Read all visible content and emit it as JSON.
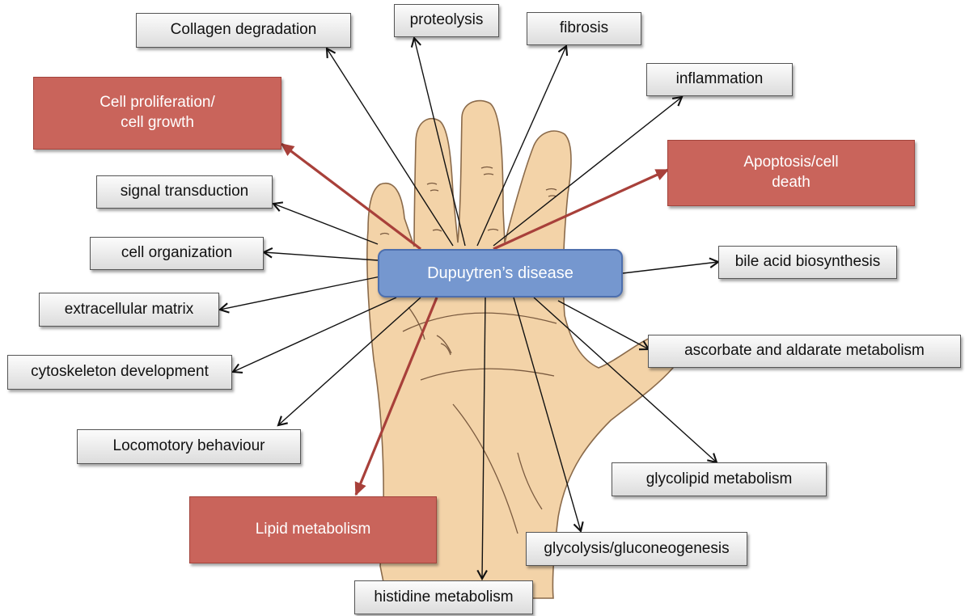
{
  "colors": {
    "skin": "#f3d3a8",
    "skin_outline": "#8a6a4a",
    "arrow_black": "#111111",
    "arrow_red": "#a8403a",
    "center_fill": "#7597cf",
    "red_box_fill": "#c9645b",
    "grey_box_fill": "#e6e6e6"
  },
  "diagram": {
    "center": {
      "label": "Dupuytren’s disease",
      "style": "center"
    },
    "nodes": [
      {
        "id": "collagen",
        "label": "Collagen degradation",
        "style": "grey",
        "arrow": "black"
      },
      {
        "id": "proteolysis",
        "label": "proteolysis",
        "style": "grey",
        "arrow": "black"
      },
      {
        "id": "fibrosis",
        "label": "fibrosis",
        "style": "grey",
        "arrow": "black"
      },
      {
        "id": "inflammation",
        "label": "inflammation",
        "style": "grey",
        "arrow": "black"
      },
      {
        "id": "cell-proliferation",
        "label": "Cell proliferation/\ncell growth",
        "style": "red",
        "arrow": "red"
      },
      {
        "id": "apoptosis",
        "label": "Apoptosis/cell\ndeath",
        "style": "red",
        "arrow": "red"
      },
      {
        "id": "signal-transduction",
        "label": "signal transduction",
        "style": "grey",
        "arrow": "black"
      },
      {
        "id": "cell-organization",
        "label": "cell organization",
        "style": "grey",
        "arrow": "black"
      },
      {
        "id": "bile-acid",
        "label": "bile acid biosynthesis",
        "style": "grey",
        "arrow": "black"
      },
      {
        "id": "extracellular-matrix",
        "label": "extracellular matrix",
        "style": "grey",
        "arrow": "black"
      },
      {
        "id": "ascorbate",
        "label": "ascorbate and aldarate metabolism",
        "style": "grey",
        "arrow": "black"
      },
      {
        "id": "cytoskeleton",
        "label": "cytoskeleton development",
        "style": "grey",
        "arrow": "black"
      },
      {
        "id": "locomotory",
        "label": "Locomotory behaviour",
        "style": "grey",
        "arrow": "black"
      },
      {
        "id": "glycolipid",
        "label": "glycolipid metabolism",
        "style": "grey",
        "arrow": "black"
      },
      {
        "id": "lipid",
        "label": "Lipid metabolism",
        "style": "red",
        "arrow": "red"
      },
      {
        "id": "glycolysis",
        "label": "glycolysis/gluconeogenesis",
        "style": "grey",
        "arrow": "black"
      },
      {
        "id": "histidine",
        "label": "histidine metabolism",
        "style": "grey",
        "arrow": "black"
      }
    ]
  }
}
